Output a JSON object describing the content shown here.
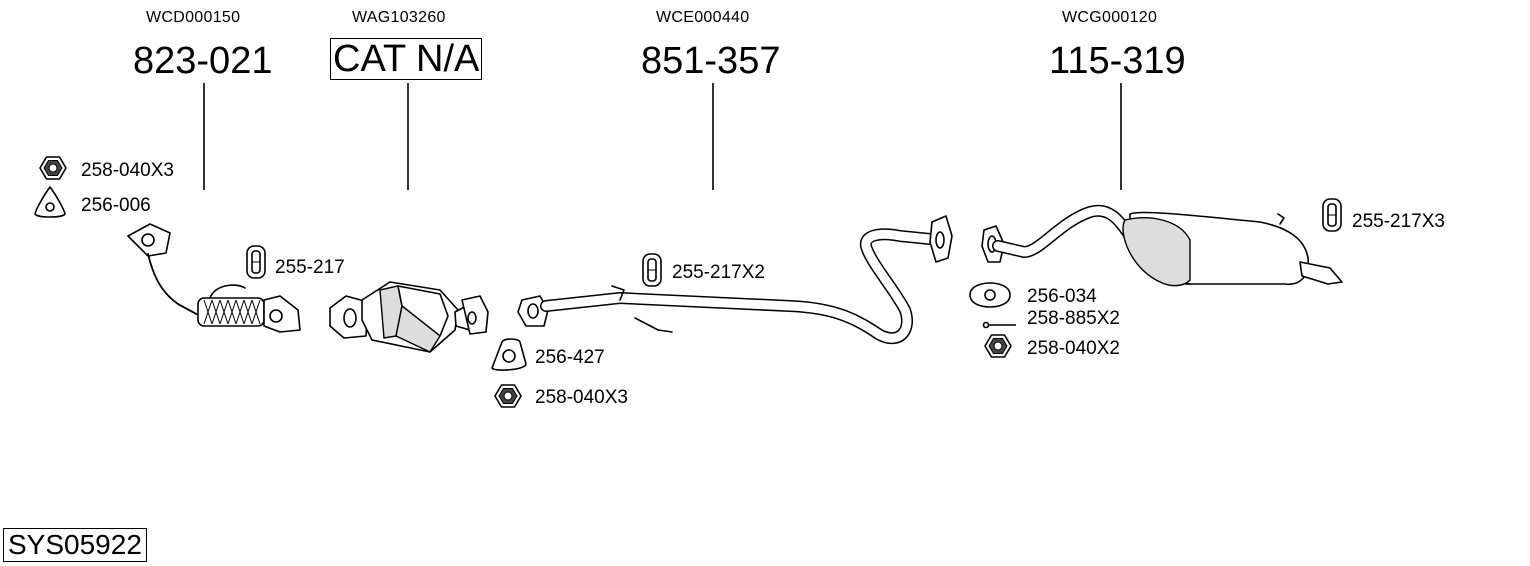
{
  "sections": [
    {
      "ref": "WCD000150",
      "part": "823-021"
    },
    {
      "ref": "WAG103260",
      "part": "CAT N/A"
    },
    {
      "ref": "WCE000440",
      "part": "851-357"
    },
    {
      "ref": "WCG000120",
      "part": "115-319"
    }
  ],
  "labels": {
    "nut_a": "258-040X3",
    "gasket_a": "256-006",
    "hanger_a": "255-217",
    "hanger_b": "255-217X2",
    "gasket_b": "256-427",
    "nut_b": "258-040X3",
    "hanger_c": "255-217X3",
    "gasket_c": "256-034",
    "bolt_c": "258-885X2",
    "nut_c": "258-040X2"
  },
  "system_id": "SYS05922"
}
